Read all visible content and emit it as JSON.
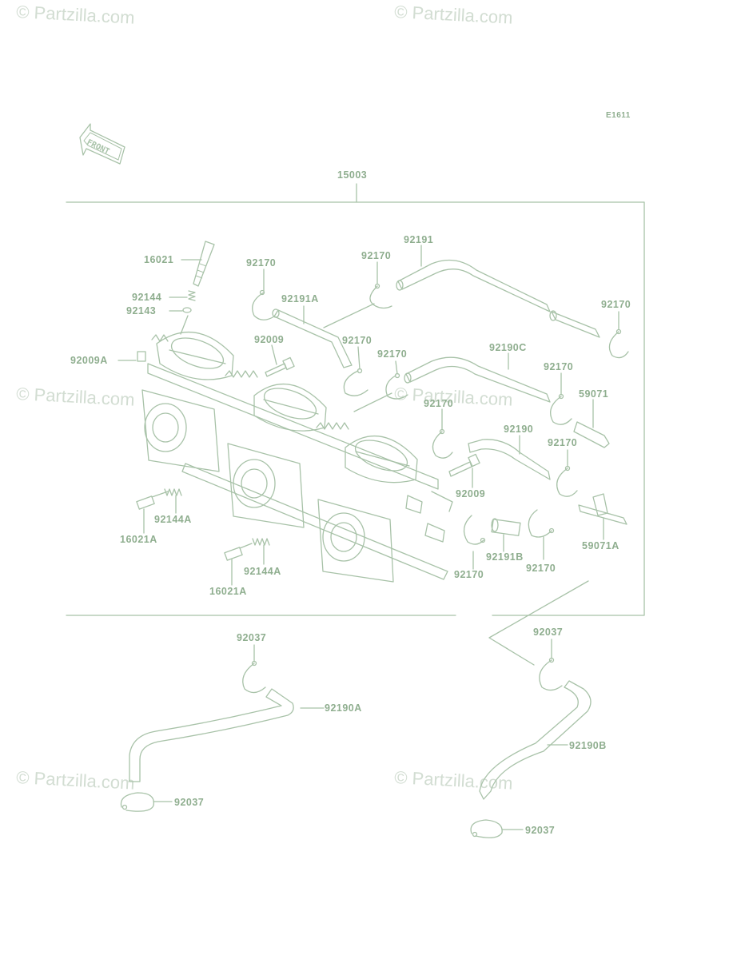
{
  "watermark": "© Partzilla.com",
  "diagram_code": "E1611",
  "front_label": "FRONT",
  "labels": {
    "l15003": "15003",
    "l16021": "16021",
    "l92144": "92144",
    "l92143": "92143",
    "l92009A": "92009A",
    "l92170_a": "92170",
    "l92191A": "92191A",
    "l92170_b": "92170",
    "l92191": "92191",
    "l92170_c": "92170",
    "l92009_a": "92009",
    "l92170_d": "92170",
    "l92170_e": "92170",
    "l92190C": "92190C",
    "l92170_f": "92170",
    "l59071": "59071",
    "l92170_g": "92170",
    "l92190": "92190",
    "l92170_h": "92170",
    "l92009_b": "92009",
    "l59071A": "59071A",
    "l16021A_a": "16021A",
    "l92144A_a": "92144A",
    "l92144A_b": "92144A",
    "l16021A_b": "16021A",
    "l92170_i": "92170",
    "l92191B": "92191B",
    "l92170_j": "92170",
    "l92037_a": "92037",
    "l92037_b": "92037",
    "l92190A": "92190A",
    "l92190B": "92190B",
    "l92037_c": "92037",
    "l92037_d": "92037"
  }
}
